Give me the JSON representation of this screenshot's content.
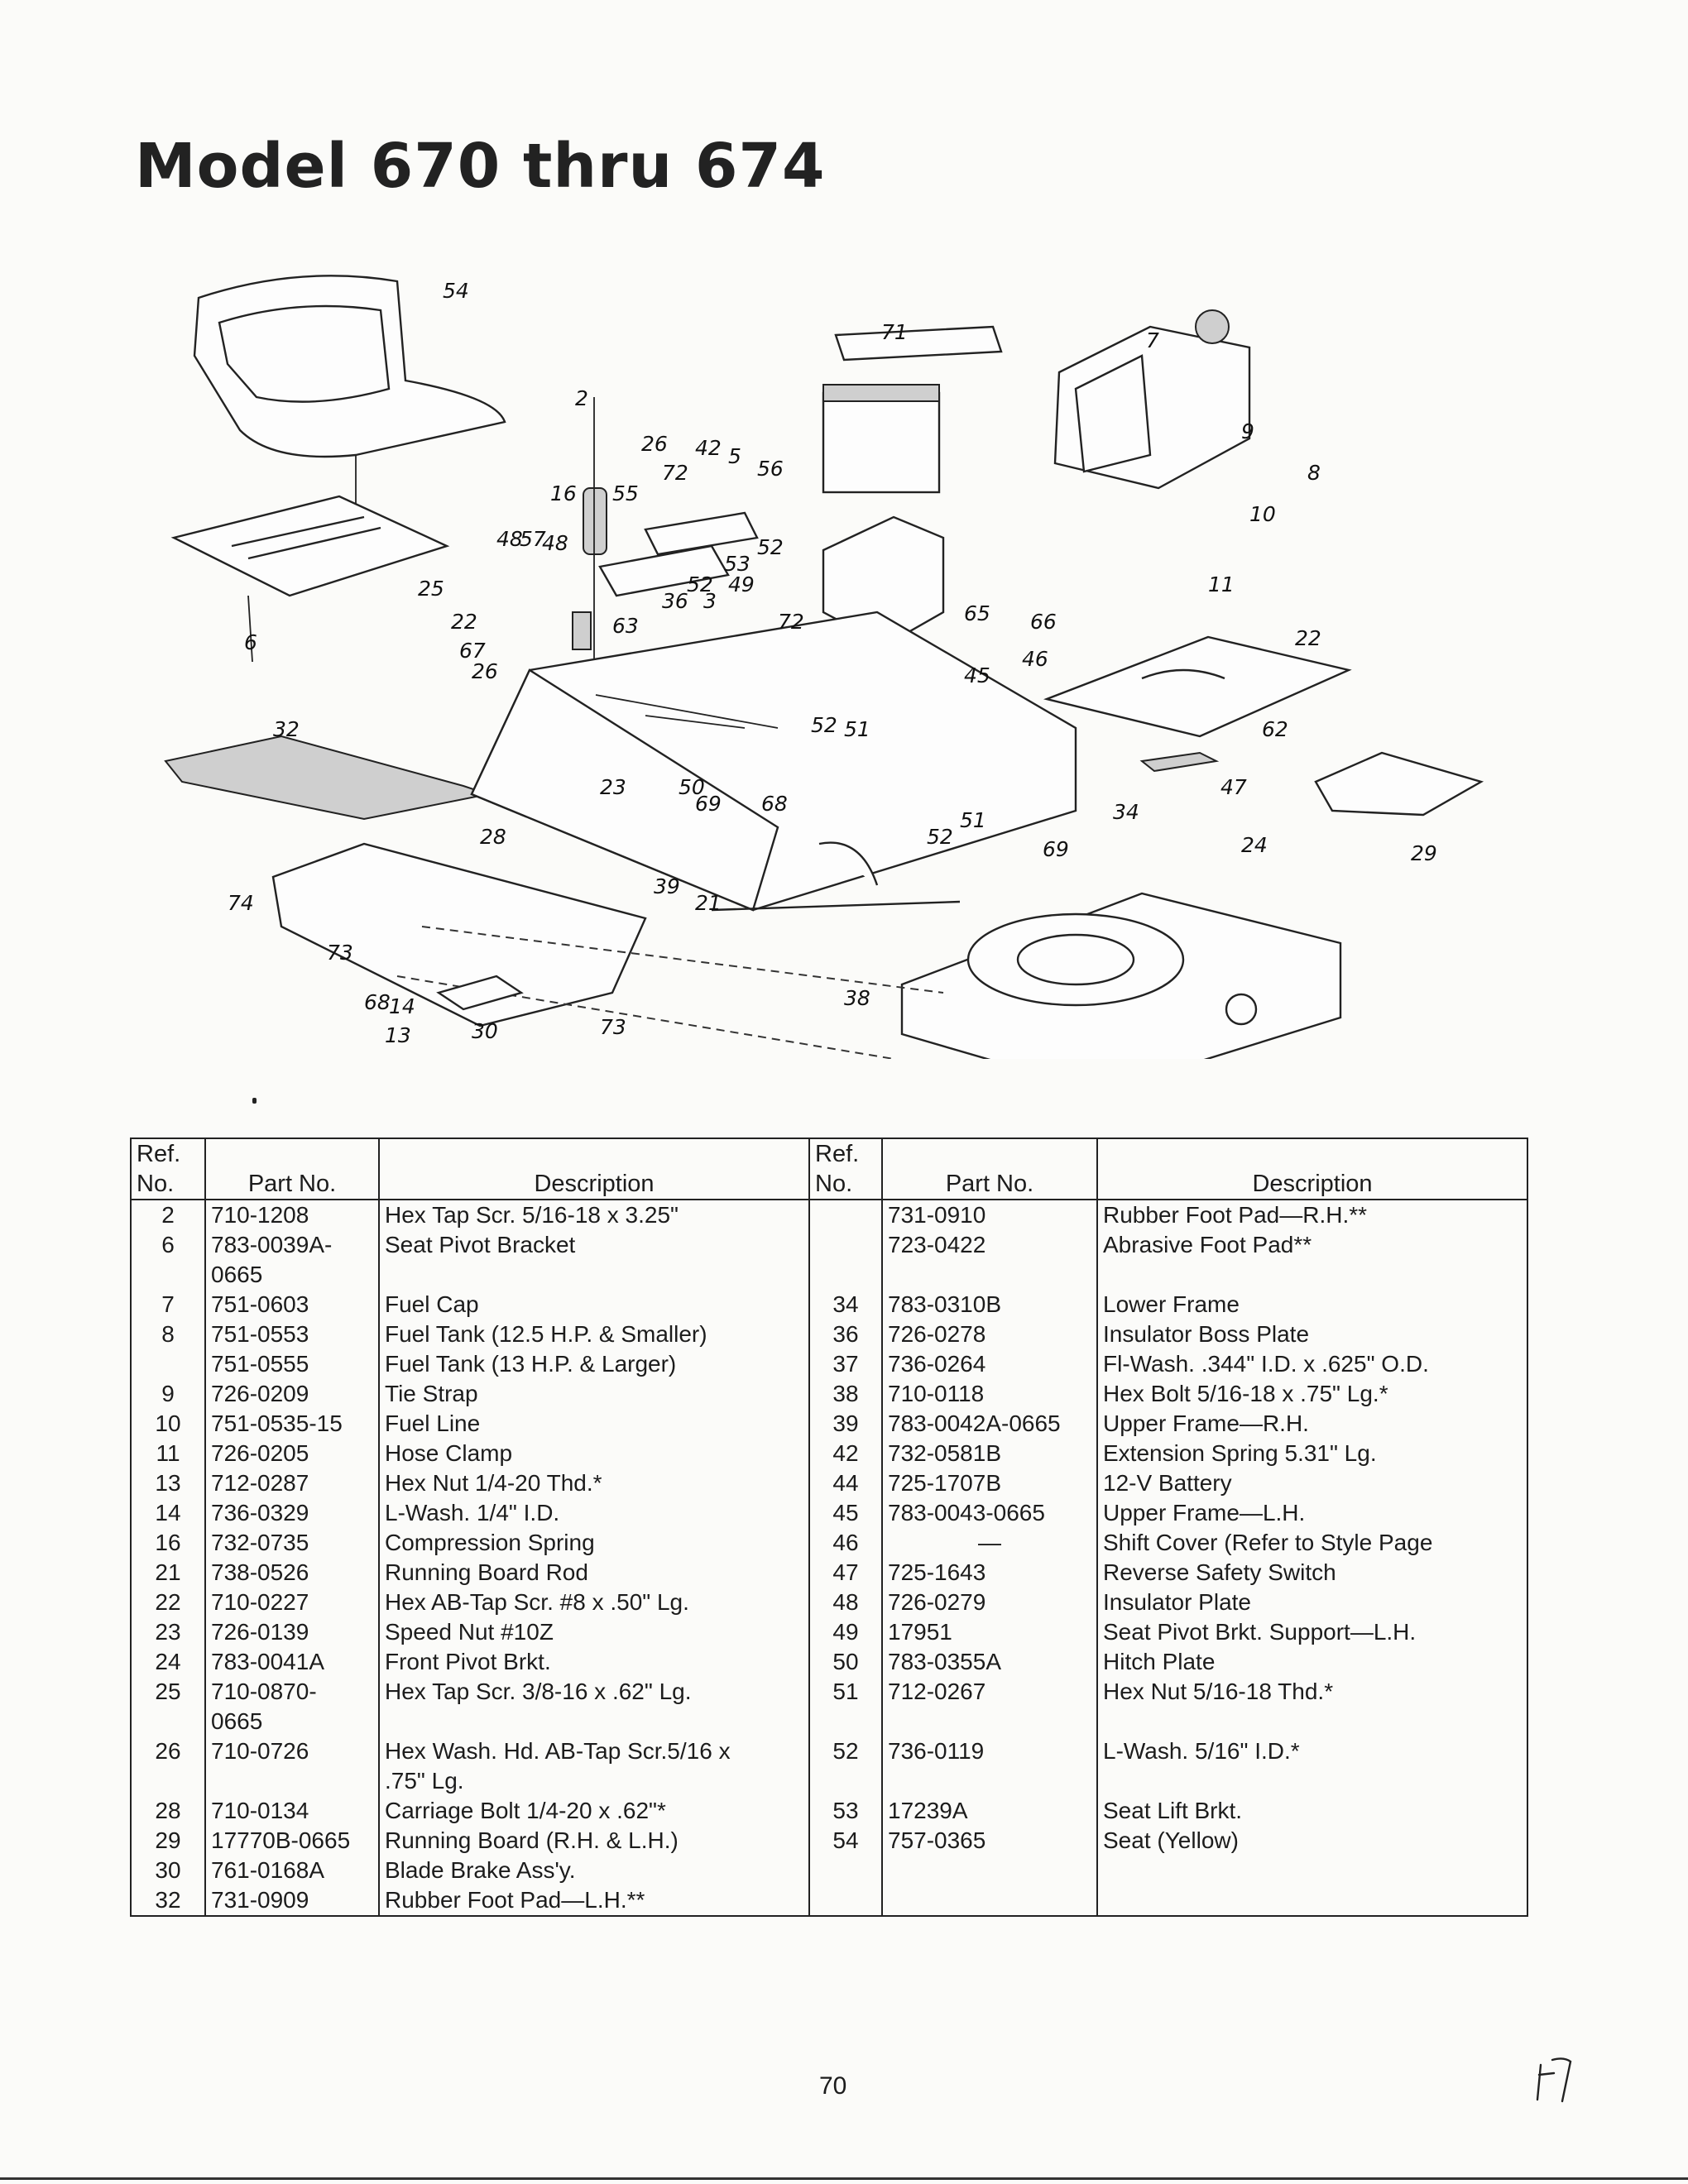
{
  "page": {
    "title": "Model 670 thru 674",
    "page_number": "70",
    "handwritten_note": "F7"
  },
  "diagram": {
    "callouts": [
      "54",
      "71",
      "7",
      "9",
      "8",
      "10",
      "11",
      "2",
      "26",
      "42",
      "5",
      "56",
      "72",
      "16",
      "55",
      "48",
      "57",
      "48",
      "52",
      "53",
      "52",
      "49",
      "36",
      "3",
      "22",
      "67",
      "63",
      "26",
      "72",
      "65",
      "66",
      "46",
      "22",
      "45",
      "52",
      "51",
      "62",
      "47",
      "32",
      "6",
      "25",
      "23",
      "50",
      "69",
      "68",
      "28",
      "39",
      "21",
      "52",
      "51",
      "34",
      "24",
      "29",
      "69",
      "74",
      "73",
      "68",
      "14",
      "13",
      "30",
      "73",
      "38"
    ]
  },
  "table": {
    "headers": {
      "ref": "Ref.\nNo.",
      "part": "Part No.",
      "desc": "Description"
    },
    "rows": [
      {
        "ref_l": "2",
        "part_l": "710-1208",
        "desc_l": "Hex Tap Scr. 5/16-18 x 3.25\"",
        "ref_r": "",
        "part_r": "731-0910",
        "desc_r": "Rubber Foot Pad—R.H.**"
      },
      {
        "ref_l": "6",
        "part_l": "783-0039A-\n0665",
        "desc_l": "Seat Pivot Bracket",
        "ref_r": "",
        "part_r": "723-0422",
        "desc_r": "Abrasive Foot Pad**"
      },
      {
        "ref_l": "7",
        "part_l": "751-0603",
        "desc_l": "Fuel Cap",
        "ref_r": "34",
        "part_r": "783-0310B",
        "desc_r": "Lower Frame"
      },
      {
        "ref_l": "8",
        "part_l": "751-0553",
        "desc_l": "Fuel Tank (12.5 H.P. & Smaller)",
        "ref_r": "36",
        "part_r": "726-0278",
        "desc_r": "Insulator Boss Plate"
      },
      {
        "ref_l": "",
        "part_l": "751-0555",
        "desc_l": "Fuel Tank (13 H.P. & Larger)",
        "ref_r": "37",
        "part_r": "736-0264",
        "desc_r": "Fl-Wash. .344\" I.D. x .625\" O.D."
      },
      {
        "ref_l": "9",
        "part_l": "726-0209",
        "desc_l": "Tie Strap",
        "ref_r": "38",
        "part_r": "710-0118",
        "desc_r": "Hex Bolt 5/16-18 x .75\" Lg.*"
      },
      {
        "ref_l": "10",
        "part_l": "751-0535-15",
        "desc_l": "Fuel Line",
        "ref_r": "39",
        "part_r": "783-0042A-0665",
        "desc_r": "Upper Frame—R.H."
      },
      {
        "ref_l": "11",
        "part_l": "726-0205",
        "desc_l": "Hose Clamp",
        "ref_r": "42",
        "part_r": "732-0581B",
        "desc_r": "Extension Spring 5.31\" Lg."
      },
      {
        "ref_l": "13",
        "part_l": "712-0287",
        "desc_l": "Hex Nut 1/4-20 Thd.*",
        "ref_r": "44",
        "part_r": "725-1707B",
        "desc_r": "12-V Battery"
      },
      {
        "ref_l": "14",
        "part_l": "736-0329",
        "desc_l": "L-Wash. 1/4\" I.D.",
        "ref_r": "45",
        "part_r": "783-0043-0665",
        "desc_r": "Upper Frame—L.H."
      },
      {
        "ref_l": "16",
        "part_l": "732-0735",
        "desc_l": "Compression Spring",
        "ref_r": "46",
        "part_r": "—",
        "desc_r": "Shift Cover (Refer to Style Page"
      },
      {
        "ref_l": "21",
        "part_l": "738-0526",
        "desc_l": "Running Board Rod",
        "ref_r": "47",
        "part_r": "725-1643",
        "desc_r": "Reverse Safety Switch"
      },
      {
        "ref_l": "22",
        "part_l": "710-0227",
        "desc_l": "Hex AB-Tap Scr. #8 x .50\" Lg.",
        "ref_r": "48",
        "part_r": "726-0279",
        "desc_r": "Insulator Plate"
      },
      {
        "ref_l": "23",
        "part_l": "726-0139",
        "desc_l": "Speed Nut #10Z",
        "ref_r": "49",
        "part_r": "17951",
        "desc_r": "Seat Pivot Brkt. Support—L.H."
      },
      {
        "ref_l": "24",
        "part_l": "783-0041A",
        "desc_l": "Front Pivot Brkt.",
        "ref_r": "50",
        "part_r": "783-0355A",
        "desc_r": "Hitch Plate"
      },
      {
        "ref_l": "25",
        "part_l": "710-0870-\n0665",
        "desc_l": "Hex Tap Scr. 3/8-16 x .62\" Lg.",
        "ref_r": "51",
        "part_r": "712-0267",
        "desc_r": "Hex Nut 5/16-18 Thd.*"
      },
      {
        "ref_l": "26",
        "part_l": "710-0726",
        "desc_l": "Hex Wash. Hd. AB-Tap Scr.5/16 x\n.75\" Lg.",
        "ref_r": "52",
        "part_r": "736-0119",
        "desc_r": "L-Wash. 5/16\" I.D.*"
      },
      {
        "ref_l": "28",
        "part_l": "710-0134",
        "desc_l": "Carriage Bolt 1/4-20 x .62\"*",
        "ref_r": "53",
        "part_r": "17239A",
        "desc_r": "Seat Lift Brkt."
      },
      {
        "ref_l": "29",
        "part_l": "17770B-0665",
        "desc_l": "Running Board (R.H. & L.H.)",
        "ref_r": "54",
        "part_r": "757-0365",
        "desc_r": "Seat (Yellow)"
      },
      {
        "ref_l": "30",
        "part_l": "761-0168A",
        "desc_l": "Blade Brake Ass'y.",
        "ref_r": "",
        "part_r": "",
        "desc_r": ""
      },
      {
        "ref_l": "32",
        "part_l": "731-0909",
        "desc_l": "Rubber Foot Pad—L.H.**",
        "ref_r": "",
        "part_r": "",
        "desc_r": ""
      }
    ]
  }
}
